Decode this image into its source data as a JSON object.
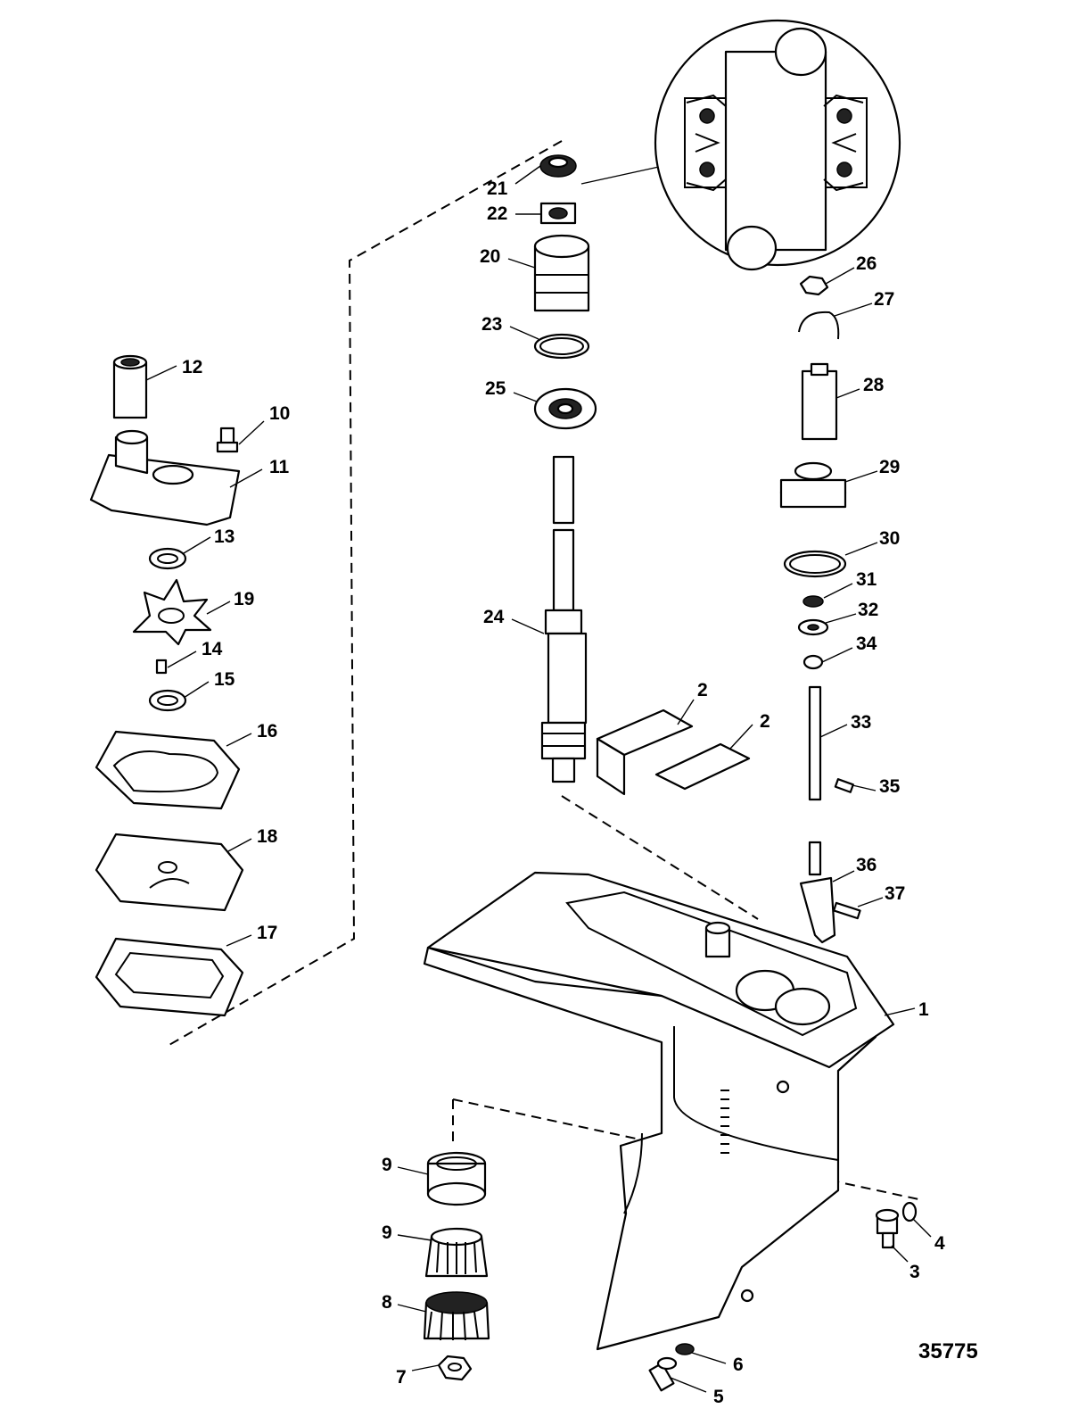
{
  "figure_number": "35775",
  "callouts": [
    "1",
    "2",
    "2",
    "3",
    "4",
    "5",
    "6",
    "7",
    "8",
    "9",
    "9",
    "10",
    "11",
    "12",
    "13",
    "14",
    "15",
    "16",
    "17",
    "18",
    "19",
    "20",
    "21",
    "22",
    "23",
    "24",
    "25",
    "26",
    "27",
    "28",
    "29",
    "30",
    "31",
    "32",
    "33",
    "34",
    "35",
    "36",
    "37"
  ]
}
